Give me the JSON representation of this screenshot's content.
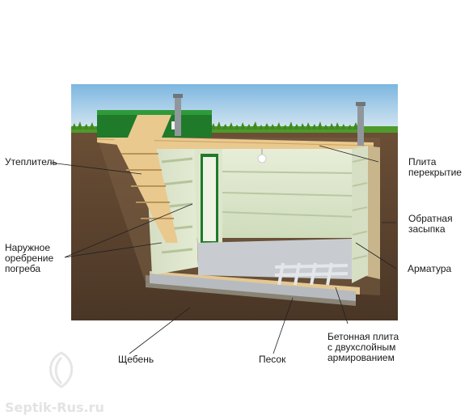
{
  "labels": {
    "insulation": "Утеплитель",
    "outer_ribbing": "Наружное\nоребрение\nпогреба",
    "gravel": "Щебень",
    "sand": "Песок",
    "slab_top": "Плита\nперекрытие",
    "backfill": "Обратная\nзасыпка",
    "rebar": "Арматура",
    "concrete_slab": "Бетонная плита\nс двухслойным\nармированием"
  },
  "watermark": "Septik-Rus.ru",
  "colors": {
    "sky": "#9cc8e8",
    "soil": "#5a4330",
    "grass": "#4f9a2a",
    "wall": "#dfe7cf",
    "rib": "#cfdcb7",
    "floor": "#c8ccd0",
    "hatch": "#1f7a2a",
    "sand": "#e3c894",
    "gravel": "#8a8476"
  }
}
